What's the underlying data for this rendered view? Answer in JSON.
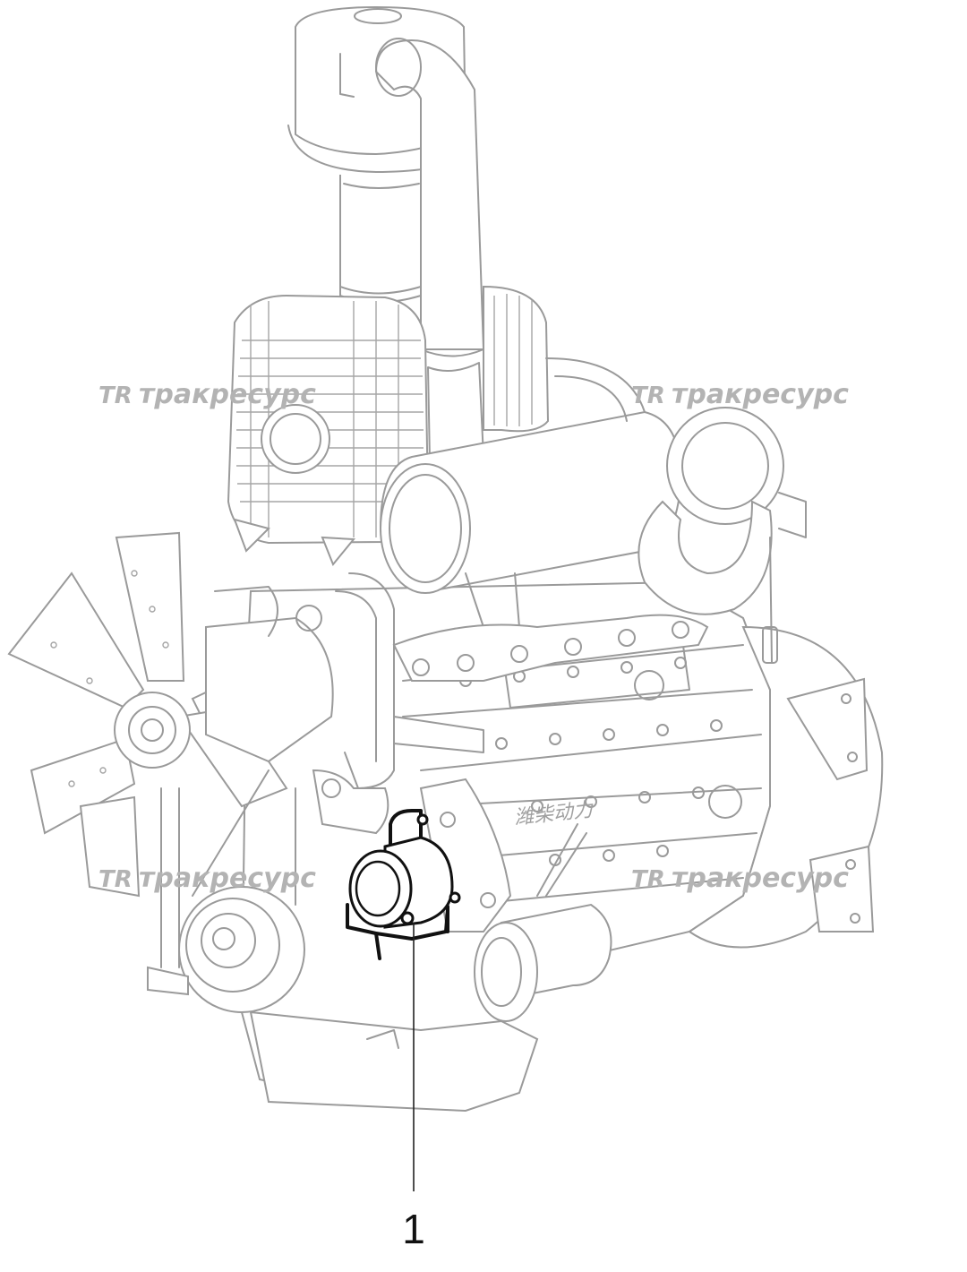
{
  "watermarks": [
    {
      "logo": "TR",
      "text": "тракресурс"
    },
    {
      "logo": "TR",
      "text": "тракресурс"
    },
    {
      "logo": "TR",
      "text": "тракресурс"
    },
    {
      "logo": "TR",
      "text": "тракресурс"
    }
  ],
  "engine_block_text": "潍柴动力",
  "callouts": [
    {
      "label": "1"
    }
  ],
  "colors": {
    "outline": "#9a9a9a",
    "highlighted_part": "#111111",
    "watermark": "#b3b3b3"
  }
}
